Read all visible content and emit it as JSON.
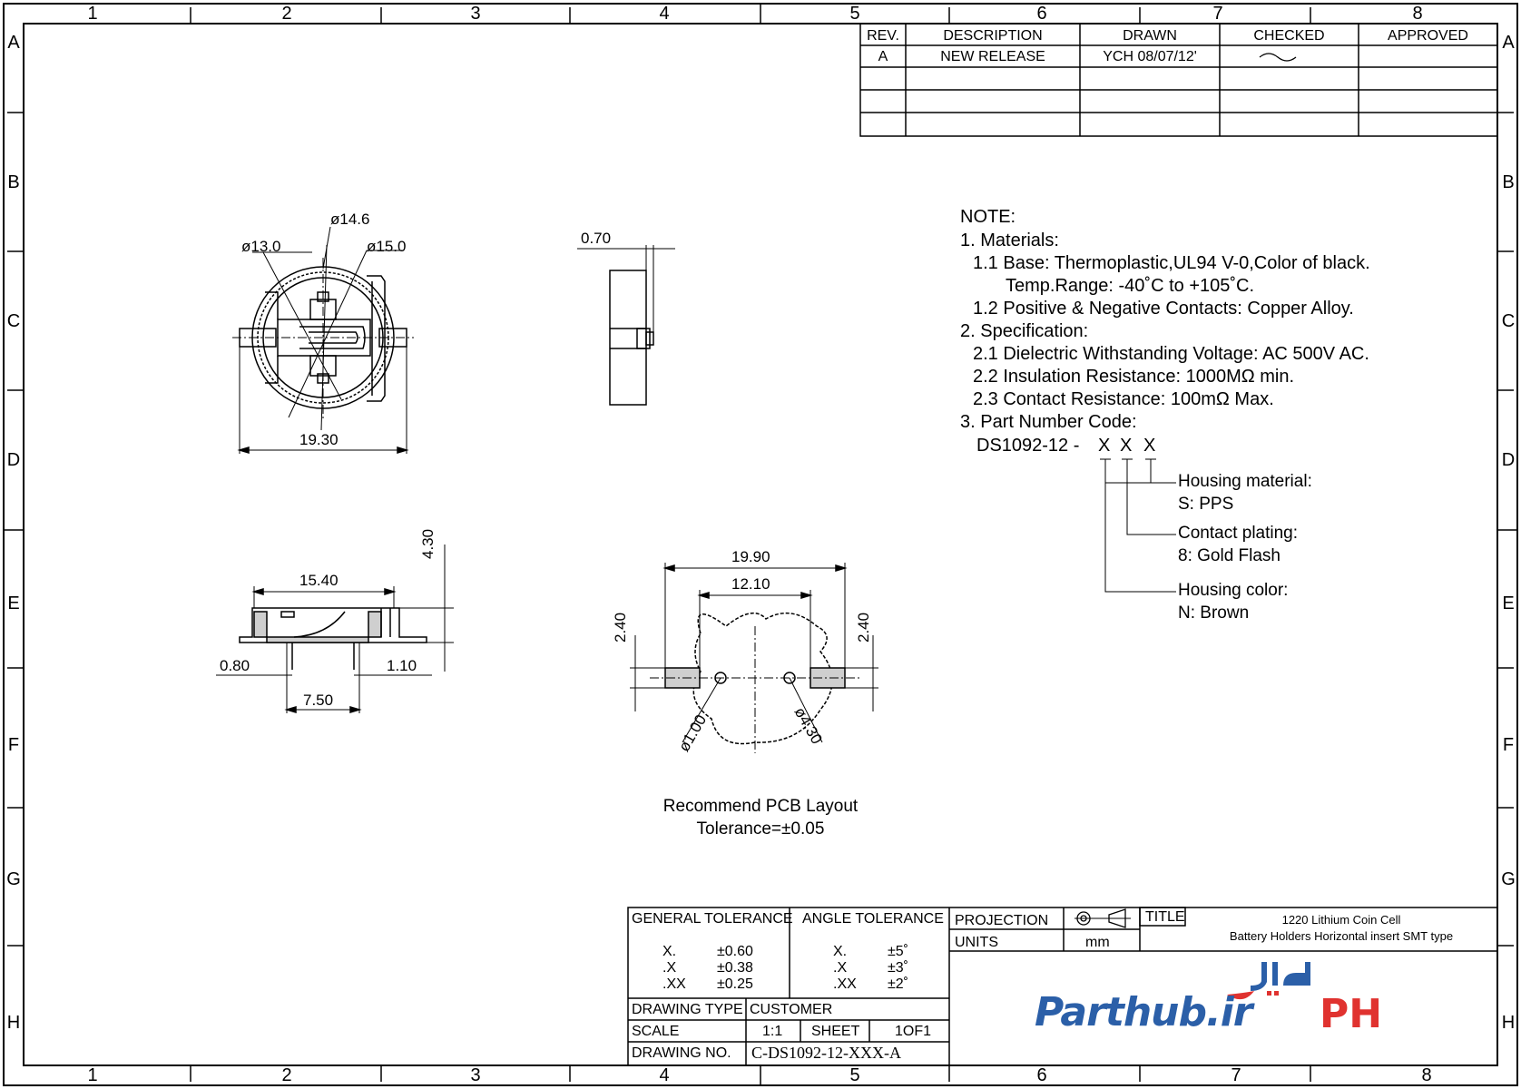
{
  "zones": {
    "columns": [
      "1",
      "2",
      "3",
      "4",
      "5",
      "6",
      "7",
      "8"
    ],
    "rows": [
      "A",
      "B",
      "C",
      "D",
      "E",
      "F",
      "G",
      "H"
    ]
  },
  "revision_table": {
    "headers": [
      "REV.",
      "DESCRIPTION",
      "DRAWN",
      "CHECKED",
      "APPROVED"
    ],
    "rows": [
      [
        "A",
        "NEW RELEASE",
        "YCH 08/07/12'",
        "",
        ""
      ]
    ]
  },
  "notes": [
    "NOTE:",
    "1. Materials:",
    "1.1 Base: Thermoplastic,UL94 V-0,Color of black.",
    "Temp.Range: -40˚C to +105˚C.",
    "1.2 Positive & Negative Contacts: Copper Alloy.",
    "2. Specification:",
    "2.1 Dielectric Withstanding Voltage: AC 500V AC.",
    "2.2 Insulation Resistance: 1000MΩ min.",
    "2.3 Contact Resistance: 100mΩ Max.",
    "3. Part Number Code:"
  ],
  "part_code": {
    "prefix": "DS1092-12 -",
    "letters": [
      "X",
      "X",
      "X"
    ],
    "callouts": [
      {
        "label": "Housing material:",
        "value": "S: PPS"
      },
      {
        "label": "Contact plating:",
        "value": "8: Gold Flash"
      },
      {
        "label": "Housing color:",
        "value": "N: Brown"
      }
    ]
  },
  "dimensions": {
    "top_view": {
      "d146": "ø14.6",
      "d130": "ø13.0",
      "d150": "ø15.0",
      "width": "19.30"
    },
    "side_view_thin": {
      "thickness": "0.70"
    },
    "front_view": {
      "length": "15.40",
      "height": "4.30",
      "left": "0.80",
      "right": "1.10",
      "pitch": "7.50"
    },
    "pcb": {
      "outer": "19.90",
      "inner": "12.10",
      "left_h": "2.40",
      "right_h": "2.40",
      "hole": "ø1.00",
      "circle": "ø4.30"
    }
  },
  "pcb_caption": [
    "Recommend PCB Layout",
    "Tolerance=±0.05"
  ],
  "title_block": {
    "general_tolerance": "GENERAL TOLERANCE",
    "angle_tolerance": "ANGLE TOLERANCE",
    "gen_rows": [
      [
        "X.",
        "±0.60"
      ],
      [
        ".X",
        "±0.38"
      ],
      [
        ".XX",
        "±0.25"
      ]
    ],
    "ang_rows": [
      [
        "X.",
        "±5˚"
      ],
      [
        ".X",
        "±3˚"
      ],
      [
        ".XX",
        "±2˚"
      ]
    ],
    "projection": "PROJECTION",
    "units": "UNITS",
    "units_value": "mm",
    "title_label": "TITLE",
    "title_line1": "1220 Lithium Coin Cell",
    "title_line2": "Battery Holders Horizontal insert SMT type",
    "drawing_type": "DRAWING TYPE",
    "drawing_type_value": "CUSTOMER",
    "scale": "SCALE",
    "scale_value": "1:1",
    "sheet": "SHEET",
    "sheet_value": "1OF1",
    "drawing_no": "DRAWING NO.",
    "drawing_no_value": "C-DS1092-12-XXX-A"
  },
  "logo": {
    "text": "Parthub.ir",
    "mark": "PH",
    "brand_color": "#2b5fa8",
    "accent_color": "#e0322f"
  }
}
